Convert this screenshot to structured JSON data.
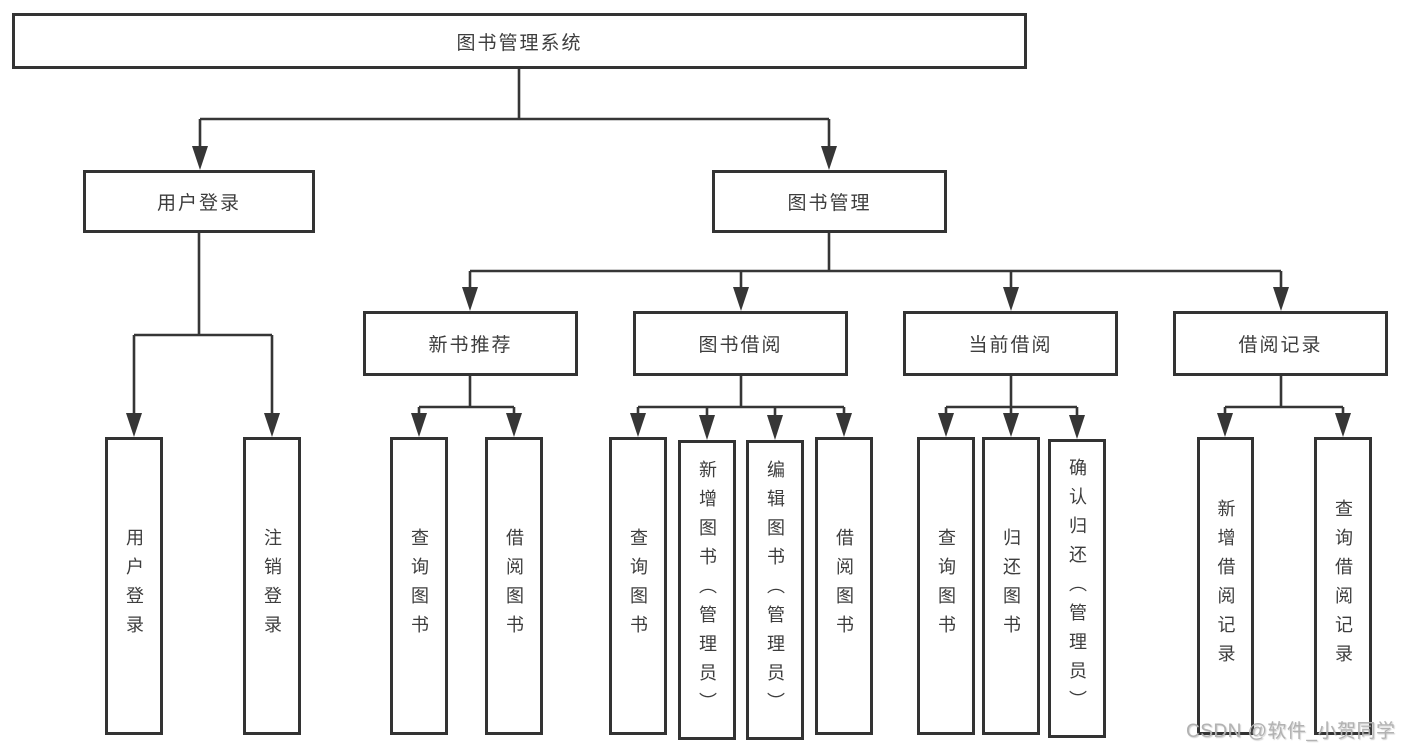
{
  "diagram": {
    "root": "图书管理系统",
    "branches": [
      {
        "label": "用户登录",
        "children": [
          "用户登录",
          "注销登录"
        ]
      },
      {
        "label": "图书管理",
        "groups": [
          {
            "label": "新书推荐",
            "children": [
              "查询图书",
              "借阅图书"
            ]
          },
          {
            "label": "图书借阅",
            "children": [
              "查询图书",
              "新增图书（管理员）",
              "编辑图书（管理员）",
              "借阅图书"
            ]
          },
          {
            "label": "当前借阅",
            "children": [
              "查询图书",
              "归还图书",
              "确认归还（管理员）"
            ]
          },
          {
            "label": "借阅记录",
            "children": [
              "新增借阅记录",
              "查询借阅记录"
            ]
          }
        ]
      }
    ]
  },
  "watermark": {
    "text": "CSDN @软件_小贺同学"
  },
  "colors": {
    "line": "#363636",
    "box_border": "#333333",
    "text": "#3d3d3d",
    "watermark": "#b2b2b2",
    "background": "#ffffff"
  }
}
